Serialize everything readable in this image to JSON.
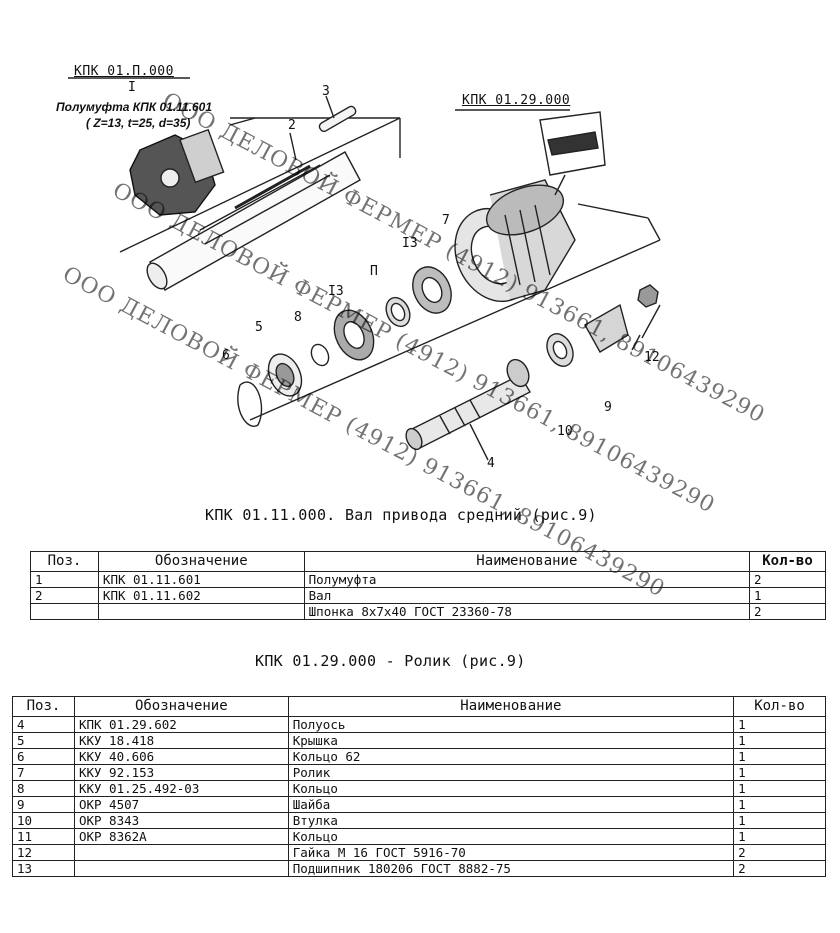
{
  "drawing": {
    "assembly_code_1": "КПК 01.П.000",
    "assembly_roman_1": "I",
    "coupling_note": "Полумуфта КПК 01.11.601",
    "coupling_params": "( Z=13, t=25, d=35)",
    "assembly_code_2": "КПК 01.29.000",
    "callouts": [
      "2",
      "3",
      "7",
      "I3",
      "П",
      "I3",
      "8",
      "5",
      "6",
      "12",
      "9",
      "10",
      "4"
    ]
  },
  "watermark": {
    "line1": "ООО ДЕЛОВОЙ ФЕРМЕР (4912) 913661, 89106439290",
    "line2": "ООО ДЕЛОВОЙ ФЕРМЕР (4912) 913661, 89106439290",
    "line3": "ООО ДЕЛОВОЙ ФЕРМЕР (4912) 913661, 89106439290"
  },
  "table1": {
    "caption": "КПК 01.11.000. Вал привода средний (рис.9)",
    "headers": [
      "Поз.",
      "Обозначение",
      "Наименование",
      "Кол-во"
    ],
    "rows": [
      [
        "1",
        "КПК 01.11.601",
        "Полумуфта",
        "2"
      ],
      [
        "2",
        "КПК 01.11.602",
        "Вал",
        "1"
      ],
      [
        "",
        "",
        "Шпонка 8х7х40 ГОСТ 23360-78",
        "2"
      ]
    ]
  },
  "table2": {
    "caption": "КПК 01.29.000 - Ролик (рис.9)",
    "headers": [
      "Поз.",
      "Обозначение",
      "Наименование",
      "Кол-во"
    ],
    "rows": [
      [
        "4",
        "КПК 01.29.602",
        "Полуось",
        "1"
      ],
      [
        "5",
        "ККУ 18.418",
        "Крышка",
        "1"
      ],
      [
        "6",
        "ККУ 40.606",
        "Кольцо 62",
        "1"
      ],
      [
        "7",
        "ККУ 92.153",
        "Ролик",
        "1"
      ],
      [
        "8",
        "ККУ 01.25.492-03",
        "Кольцо",
        "1"
      ],
      [
        "9",
        "ОКР 4507",
        "Шайба",
        "1"
      ],
      [
        "10",
        "ОКР 8343",
        "Втулка",
        "1"
      ],
      [
        "11",
        "ОКР 8362А",
        "Кольцо",
        "1"
      ],
      [
        "12",
        "",
        "Гайка М 16 ГОСТ 5916-70",
        "2"
      ],
      [
        "13",
        "",
        "Подшипник 180206 ГОСТ 8882-75",
        "2"
      ]
    ]
  }
}
